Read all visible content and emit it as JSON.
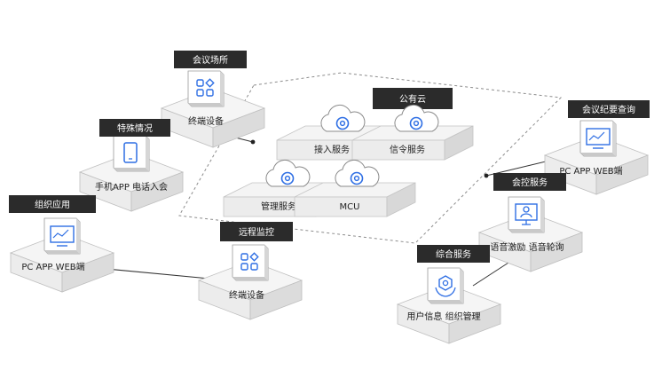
{
  "cloud": {
    "title": "公有云",
    "services": {
      "access": "接入服务",
      "signaling": "信令服务",
      "management": "管理服务",
      "mcu": "MCU"
    }
  },
  "nodes": {
    "meeting_venue": {
      "tag": "会议场所",
      "label": "终端设备"
    },
    "special_case": {
      "tag": "特殊情况",
      "label": "手机APP 电话入会"
    },
    "org_app": {
      "tag": "组织应用",
      "label": "PC APP WEB端"
    },
    "remote_monitor": {
      "tag": "远程监控",
      "label": "终端设备"
    },
    "minutes_query": {
      "tag": "会议纪要查询",
      "label": "PC APP WEB端"
    },
    "conf_control": {
      "tag": "会控服务",
      "label": "语音激励 语音轮询"
    },
    "integrated": {
      "tag": "综合服务",
      "label": "用户信息 组织管理"
    }
  },
  "colors": {
    "tag_bg": "#2b2b2b",
    "accent": "#2f6fe4",
    "box_top": "#f4f4f4",
    "box_side": "#d9d9d9",
    "line": "#333333"
  },
  "icons": {
    "terminal": "grid-apps-icon",
    "phone": "mobile-phone-icon",
    "pc": "pc-dashboard-icon",
    "monitor": "presenter-monitor-icon",
    "gear_hands": "gear-hands-icon",
    "cloud_gear": "cloud-gear-icon"
  }
}
